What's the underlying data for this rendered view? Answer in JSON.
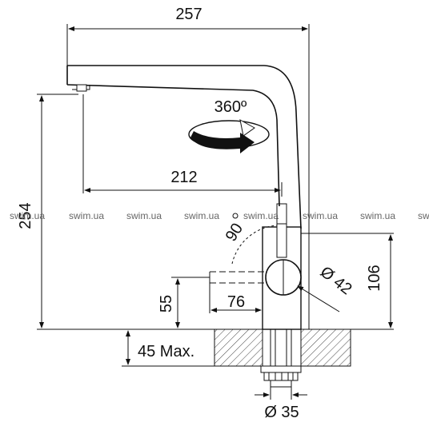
{
  "dimensions": {
    "total_width": "257",
    "total_height": "254",
    "spout_reach": "212",
    "rotation": "360º",
    "handle_angle": "90",
    "handle_reach": "76",
    "handle_height": "55",
    "body_diameter": "Ø 42",
    "body_height": "106",
    "max_thickness": "45 Max.",
    "mount_diameter": "Ø 35"
  },
  "watermarks": [
    "swim.ua",
    "swim.ua",
    "swim.ua",
    "swim.ua",
    "swim.ua",
    "swim.ua",
    "swim.ua",
    "swim.ua"
  ]
}
